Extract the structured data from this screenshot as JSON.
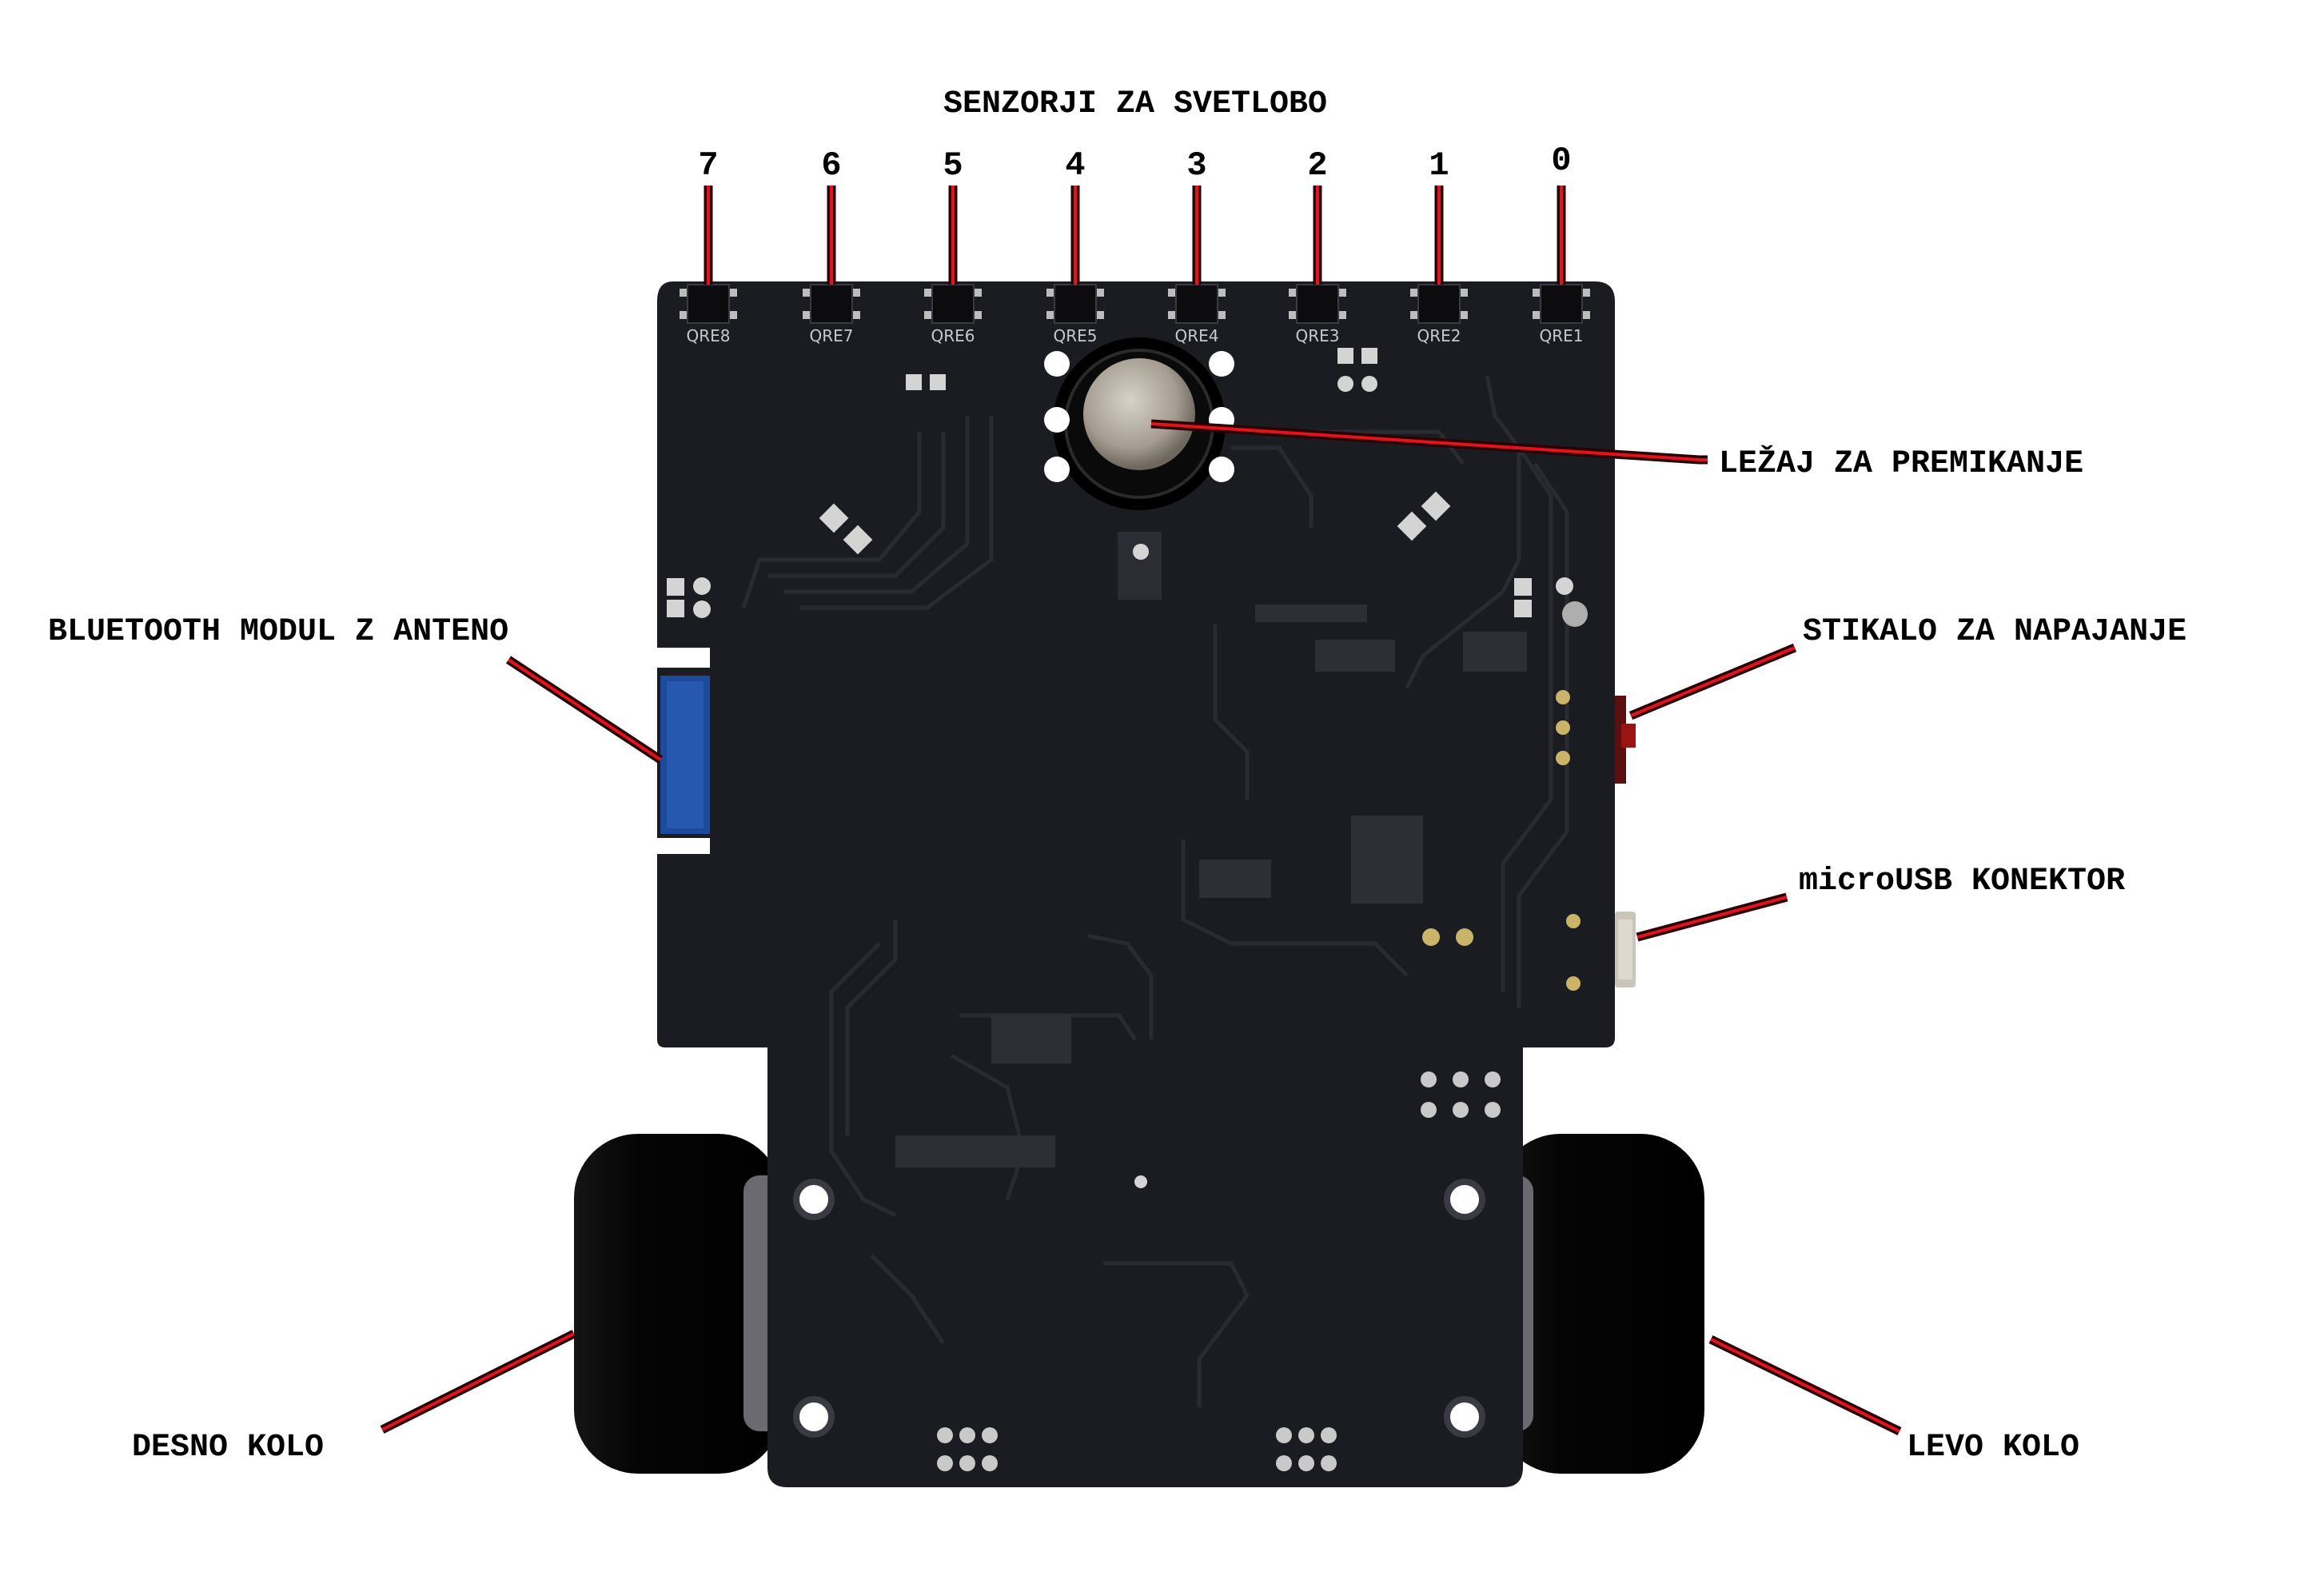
{
  "title": "SENZORJI ZA SVETLOBO",
  "sensor_numbers": [
    "7",
    "6",
    "5",
    "4",
    "3",
    "2",
    "1",
    "0"
  ],
  "sensor_silkscreen": [
    "QRE8",
    "QRE7",
    "QRE6",
    "QRE5",
    "QRE4",
    "QRE3",
    "QRE2",
    "QRE1"
  ],
  "callouts": {
    "bearing": "LEŽAJ ZA PREMIKANJE",
    "bluetooth": "BLUETOOTH MODUL Z ANTENO",
    "power_switch": "STIKALO ZA NAPAJANJE",
    "usb": "microUSB KONEKTOR",
    "right_wheel": "DESNO KOLO",
    "left_wheel": "LEVO KOLO"
  },
  "colors": {
    "pcb": "#1b1c21",
    "leader": "#e0141e",
    "bluetooth_module": "#1e4a9c",
    "wheel": "#080808"
  }
}
